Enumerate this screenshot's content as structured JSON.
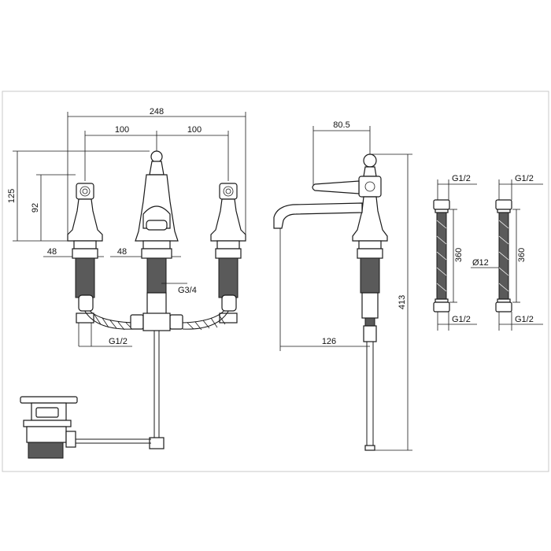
{
  "front_view": {
    "dim_overall_width": "248",
    "dim_left_spacing": "100",
    "dim_right_spacing": "100",
    "dim_total_height": "125",
    "dim_handle_height": "92",
    "dim_left_base": "48",
    "dim_spout_base": "48",
    "dim_spout_thread": "G3/4",
    "dim_valve_thread": "G1/2"
  },
  "side_view": {
    "dim_handle_offset": "80.5",
    "dim_spout_reach": "126",
    "dim_total_length": "413"
  },
  "hoses": {
    "hose_a_top_thread": "G1/2",
    "hose_a_length": "360",
    "hose_a_bottom_thread": "G1/2",
    "hose_b_top_thread": "G1/2",
    "hose_b_diameter": "Ø12",
    "hose_b_length": "360",
    "hose_b_bottom_thread": "G1/2"
  }
}
